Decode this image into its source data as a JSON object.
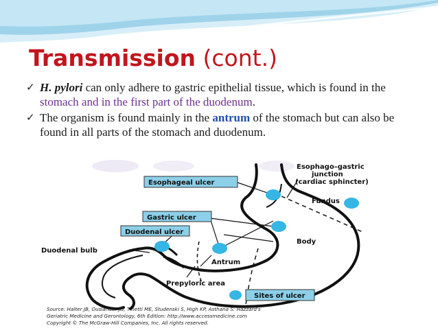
{
  "slide": {
    "title_bold": "Transmission",
    "title_light": "(cont.)"
  },
  "bullets": [
    {
      "parts": [
        {
          "text": "H. pylori",
          "style": "italic-bold"
        },
        {
          "text": " can only adhere to gastric epithelial tissue, which is found in the ",
          "style": "plain"
        },
        {
          "text": "stomach and in the first part of the duodenum",
          "style": "purple"
        },
        {
          "text": ".",
          "style": "plain"
        }
      ]
    },
    {
      "parts": [
        {
          "text": "The organism is found mainly in the ",
          "style": "plain"
        },
        {
          "text": "antrum",
          "style": "bold-blue"
        },
        {
          "text": " of the stomach but can also be found in all parts of the stomach and duodenum.",
          "style": "plain"
        }
      ]
    }
  ],
  "diagram": {
    "labels": {
      "esophageal_ulcer": "Esophageal ulcer",
      "gastric_ulcer": "Gastric ulcer",
      "duodenal_ulcer": "Duodenal ulcer",
      "duodenal_bulb": "Duodenal bulb",
      "esophago_gastric_1": "Esophago–gastric",
      "esophago_gastric_2": "junction",
      "esophago_gastric_3": "(cardiac sphincter)",
      "fundus": "Fundus",
      "body": "Body",
      "antrum": "Antrum",
      "prepyloric_area": "Prepyloric area",
      "sites_of_ulcer": "Sites of ulcer"
    },
    "source_line_1": "Source: Halter JB, Ouslander JG, Tinetti ME, Studenski S, High KP, Asthana S: Hazzard's",
    "source_line_2": "Geriatric Medicine and Gerontology, 6th Edition: http://www.accessmedicine.com",
    "source_line_3": "Copyright © The McGraw-Hill Companies, Inc. All rights reserved.",
    "colors": {
      "label_box": "#8ccfe8",
      "ulcer_dot": "#35b6e4",
      "outline": "#111111"
    }
  },
  "theme": {
    "title_color": "#c0161c",
    "wave_color": "#9fd3ea"
  }
}
